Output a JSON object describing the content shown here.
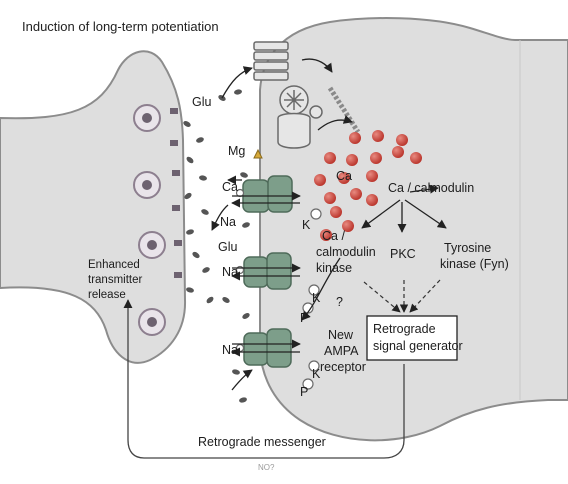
{
  "title": "Induction of long-term potentiation",
  "labels": {
    "glu_top": "Glu",
    "mg": "Mg",
    "ca_left": "Ca",
    "na_1": "Na",
    "glu_mid": "Glu",
    "k_1": "K",
    "ca_inside": "Ca",
    "ca_calmodulin": "Ca / calmodulin",
    "cam_kinase_1": "Ca /",
    "cam_kinase_2": "calmodulin",
    "cam_kinase_3": "kinase",
    "pkc": "PKC",
    "tyrosine_1": "Tyrosine",
    "tyrosine_2": "kinase (Fyn)",
    "na_2": "Na",
    "k_2": "K",
    "p_1": "P",
    "question": "?",
    "na_3": "Na",
    "new_1": "New",
    "new_2": "AMPA",
    "new_3": "receptor",
    "k_3": "K",
    "p_2": "P",
    "enhanced_1": "Enhanced",
    "enhanced_2": "transmitter",
    "enhanced_3": "release",
    "retro_box_1": "Retrograde",
    "retro_box_2": "signal generator",
    "retro_messenger": "Retrograde messenger",
    "no": "NO?"
  },
  "colors": {
    "calcium": "#c9413a",
    "membrane_fill": "#dcdcdc",
    "membrane_stroke": "#8a8a8a",
    "channel": "#7d9e8a",
    "vesicle": "#6d6270",
    "glutamate": "#555555"
  }
}
